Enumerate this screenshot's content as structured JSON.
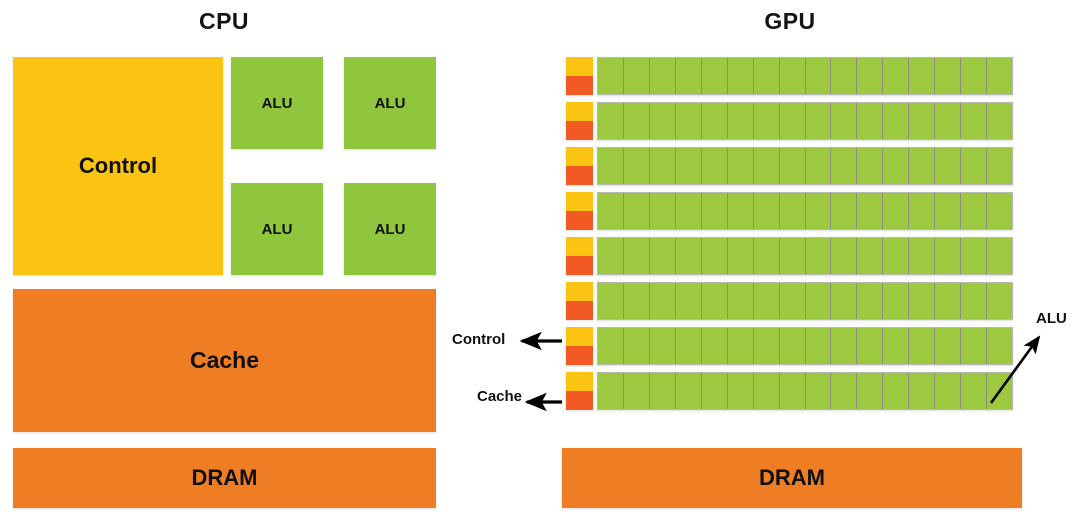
{
  "diagram": {
    "title_cpu": "CPU",
    "title_gpu": "GPU",
    "colors": {
      "control_yellow": "#FBC412",
      "alu_green": "#8FC63D",
      "gpu_alu_green": "#9CC93F",
      "cache_orange": "#EE7D23",
      "gpu_cache_orange": "#F15A22",
      "background": "#FFFFFF",
      "text": "#101010"
    }
  },
  "cpu": {
    "title": "CPU",
    "control": {
      "label": "Control"
    },
    "alus": [
      {
        "label": "ALU"
      },
      {
        "label": "ALU"
      },
      {
        "label": "ALU"
      },
      {
        "label": "ALU"
      }
    ],
    "cache": {
      "label": "Cache"
    },
    "dram": {
      "label": "DRAM"
    }
  },
  "gpu": {
    "title": "GPU",
    "rows": 8,
    "alus_per_row": 16,
    "row_blocks": {
      "control_label": "Control",
      "cache_label": "Cache"
    },
    "dram": {
      "label": "DRAM"
    },
    "annotations": [
      {
        "label": "Control",
        "points_to": "gpu-row-7-control",
        "direction": "right"
      },
      {
        "label": "Cache",
        "points_to": "gpu-row-8-cache",
        "direction": "right"
      },
      {
        "label": "ALU",
        "points_to": "gpu-alu-cell",
        "direction": "up-right"
      }
    ]
  }
}
